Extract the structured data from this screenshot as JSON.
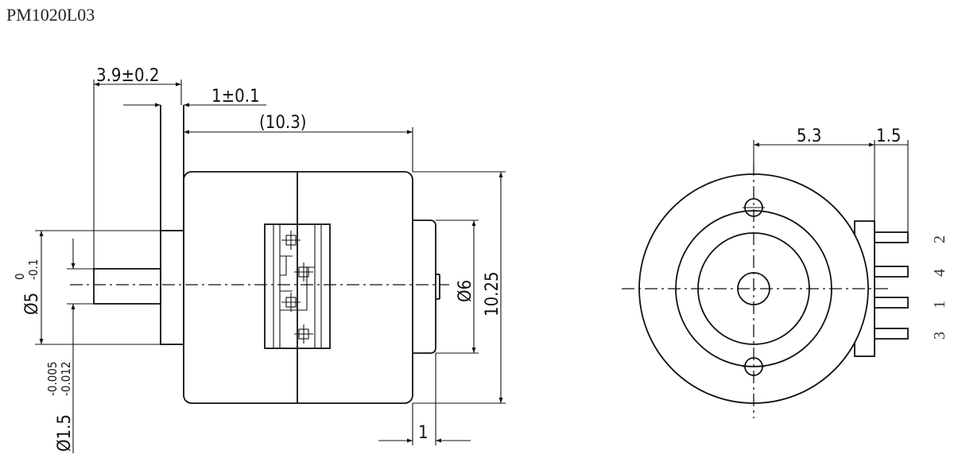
{
  "title": "PM1020L03",
  "side_view": {
    "dim_shaft_length": "3.9±0.2",
    "dim_flange": "1±0.1",
    "dim_body_length": "(10.3)",
    "dim_boss_width": "1",
    "dim_boss_dia": "Ø6",
    "dim_body_height": "10.25",
    "dim_flange_dia_upper": "0",
    "dim_flange_dia_main": "Ø5",
    "dim_flange_dia_lower": "-0.1",
    "dim_shaft_dia_main": "Ø1.5",
    "dim_shaft_dia_upper": "-0.005",
    "dim_shaft_dia_lower": "-0.012"
  },
  "end_view": {
    "dim_center_to_terminal": "5.3",
    "dim_terminal_width": "1.5",
    "pins": [
      "2",
      "4",
      "1",
      "3"
    ]
  }
}
